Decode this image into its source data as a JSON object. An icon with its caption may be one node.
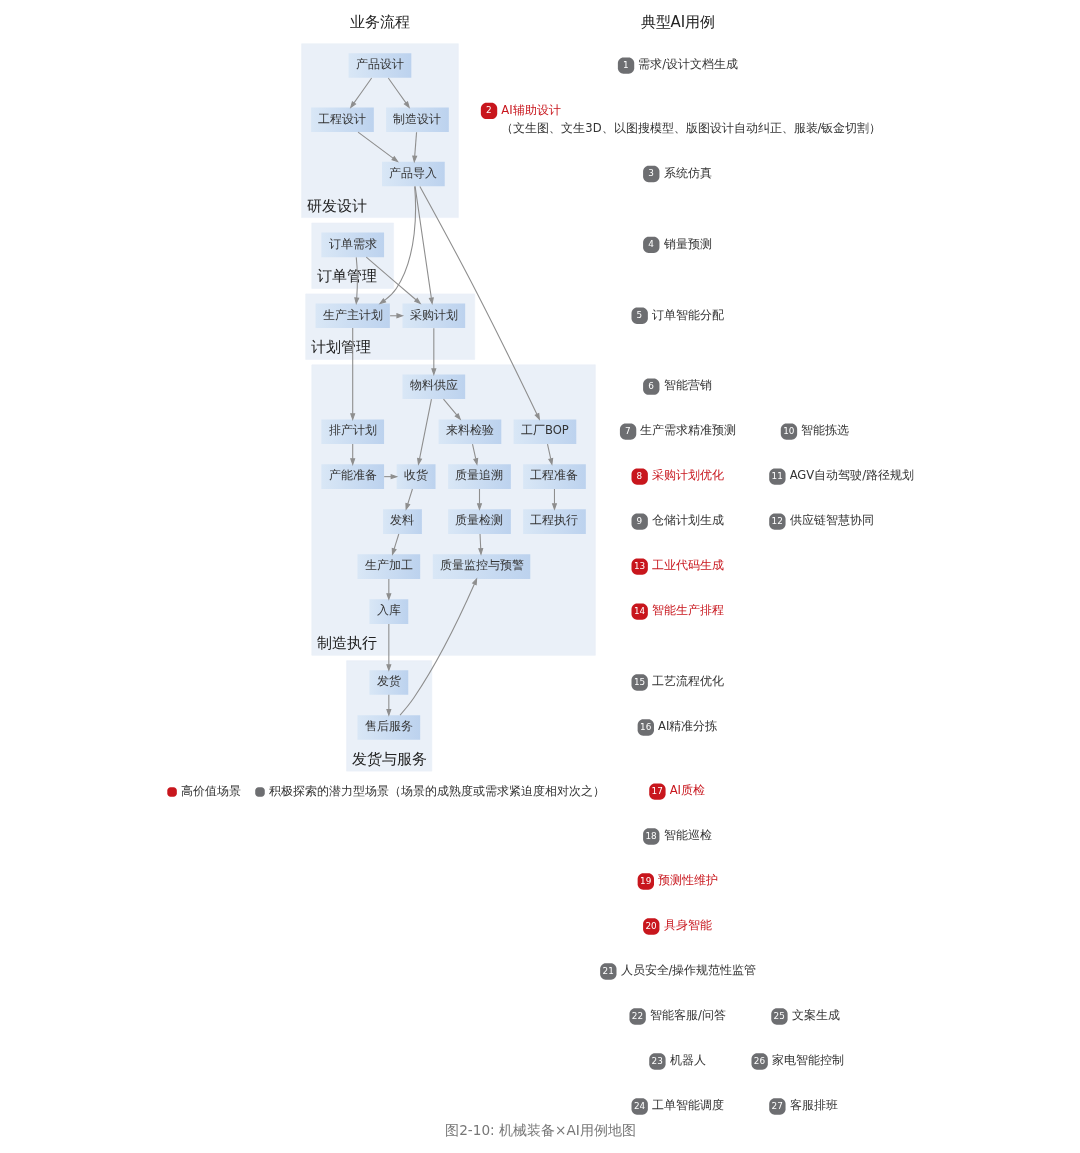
{
  "diagram": {
    "caption": "图2-10: 机械装备×AI用例地图",
    "nodes": [
      {
        "text": [
          "研发设计"
        ]
      },
      {
        "text": [
          "产品设计"
        ],
        "in": 0
      },
      {
        "text": [
          "工程设计"
        ],
        "in": 0
      },
      {
        "text": [
          "制造设计"
        ],
        "in": 0
      },
      {
        "text": [
          "产品导入"
        ],
        "in": 0
      },
      {
        "text": [
          "订单管理"
        ]
      },
      {
        "text": [
          "订单需求"
        ],
        "in": 5
      },
      {
        "text": [
          "计划管理"
        ]
      },
      {
        "text": [
          "生产主计划"
        ],
        "in": 7
      },
      {
        "text": [
          "采购计划"
        ],
        "in": 7
      },
      {
        "text": [
          "制造执行"
        ]
      },
      {
        "text": [
          "物料供应"
        ],
        "in": 10
      },
      {
        "text": [
          "排产计划"
        ],
        "in": 10
      },
      {
        "text": [
          "工厂BOP"
        ],
        "in": 10
      },
      {
        "text": [
          "来料检验"
        ],
        "in": 10
      },
      {
        "text": [
          "产能准备"
        ],
        "in": 10
      },
      {
        "text": [
          "收货"
        ],
        "in": 10
      },
      {
        "text": [
          "工程准备"
        ],
        "in": 10
      },
      {
        "text": [
          "质量追溯"
        ],
        "in": 10
      },
      {
        "text": [
          "发料"
        ],
        "in": 10
      },
      {
        "text": [
          "工程执行"
        ],
        "in": 10
      },
      {
        "text": [
          "质量检测"
        ],
        "in": 10
      },
      {
        "text": [
          "生产加工"
        ],
        "in": 10
      },
      {
        "text": [
          "质量监控与预警"
        ],
        "in": 10
      },
      {
        "text": [
          "入库"
        ],
        "in": 10
      },
      {
        "text": [
          "发货与服务"
        ]
      },
      {
        "text": [
          "发货"
        ],
        "in": 25
      },
      {
        "text": [
          "售后服务"
        ],
        "in": 25
      },
      {
        "text": [
          "1"
        ],
        "beside": [
          "需求/设计文档生成"
        ]
      },
      {
        "text": [
          "2"
        ],
        "beside": [
          "AI辅助设计",
          "（文生图、文生3D、以图搜模型、版图设计自动纠正、服装/钣金切割）"
        ]
      },
      {
        "text": [
          "3"
        ],
        "beside": [
          "系统仿真"
        ]
      },
      {
        "text": [
          "4"
        ],
        "beside": [
          "销量预测"
        ]
      },
      {
        "text": [
          "5"
        ],
        "beside": [
          "订单智能分配"
        ]
      },
      {
        "text": [
          "6"
        ],
        "beside": [
          "智能营销"
        ]
      },
      {
        "text": [
          "7"
        ],
        "beside": [
          "生产需求精准预测"
        ]
      },
      {
        "text": [
          "8"
        ],
        "beside": [
          "采购计划优化"
        ]
      },
      {
        "text": [
          "9"
        ],
        "beside": [
          "仓储计划生成"
        ]
      },
      {
        "text": [
          "10"
        ],
        "beside": [
          "智能拣选"
        ]
      },
      {
        "text": [
          "11"
        ],
        "beside": [
          "AGV自动驾驶/路径规划"
        ]
      },
      {
        "text": [
          "12"
        ],
        "beside": [
          "供应链智慧协同"
        ]
      },
      {
        "text": [
          "13"
        ],
        "beside": [
          "工业代码生成"
        ]
      },
      {
        "text": [
          "14"
        ],
        "beside": [
          "智能生产排程"
        ]
      },
      {
        "text": [
          "15"
        ],
        "beside": [
          "工艺流程优化"
        ]
      },
      {
        "text": [
          "16"
        ],
        "beside": [
          "AI精准分拣"
        ]
      },
      {
        "text": [
          "17"
        ],
        "beside": [
          "AI质检"
        ]
      },
      {
        "text": [
          "18"
        ],
        "beside": [
          "智能巡检"
        ]
      },
      {
        "text": [
          "19"
        ],
        "beside": [
          "预测性维护"
        ]
      },
      {
        "text": [
          "20"
        ],
        "beside": [
          "具身智能"
        ]
      },
      {
        "text": [
          "21"
        ],
        "beside": [
          "人员安全/操作规范性监管"
        ]
      },
      {
        "text": [
          "22"
        ],
        "beside": [
          "智能客服/问答"
        ]
      },
      {
        "text": [
          "23"
        ],
        "beside": [
          "机器人"
        ]
      },
      {
        "text": [
          "24"
        ],
        "beside": [
          "工单智能调度"
        ]
      },
      {
        "text": [
          "25"
        ],
        "beside": [
          "文案生成"
        ]
      },
      {
        "text": [
          "26"
        ],
        "beside": [
          "家电智能控制"
        ]
      },
      {
        "text": [
          "27"
        ],
        "beside": [
          "客服排班"
        ]
      }
    ],
    "edges": [
      {
        "from": 1,
        "to": 2,
        "arrow": "to"
      },
      {
        "from": 1,
        "to": 3,
        "arrow": "to"
      },
      {
        "from": 2,
        "to": 4,
        "arrow": "to"
      },
      {
        "from": 3,
        "to": 4,
        "arrow": "to"
      },
      {
        "from": 4,
        "to": 13,
        "arrow": "to"
      },
      {
        "from": 4,
        "to": 8,
        "arrow": "to"
      },
      {
        "from": 4,
        "to": 9,
        "arrow": "to"
      },
      {
        "from": 6,
        "to": 8,
        "arrow": "to"
      },
      {
        "from": 6,
        "to": 9,
        "arrow": "to"
      },
      {
        "from": 8,
        "to": 9,
        "arrow": "to"
      },
      {
        "from": 8,
        "to": 12,
        "arrow": "to"
      },
      {
        "from": 9,
        "to": 11,
        "arrow": "to"
      },
      {
        "from": 11,
        "to": 16,
        "arrow": "to"
      },
      {
        "from": 11,
        "to": 14,
        "arrow": "to"
      },
      {
        "from": 12,
        "to": 15,
        "arrow": "to"
      },
      {
        "from": 15,
        "to": 16,
        "arrow": "to"
      },
      {
        "from": 13,
        "to": 17,
        "arrow": "to"
      },
      {
        "from": 17,
        "to": 20,
        "arrow": "to"
      },
      {
        "from": 14,
        "to": 18,
        "arrow": "to"
      },
      {
        "from": 18,
        "to": 21,
        "arrow": "to"
      },
      {
        "from": 21,
        "to": 23,
        "arrow": "to"
      },
      {
        "from": 16,
        "to": 19,
        "arrow": "to"
      },
      {
        "from": 19,
        "to": 22,
        "arrow": "to"
      },
      {
        "from": 22,
        "to": 24,
        "arrow": "to"
      },
      {
        "from": 24,
        "to": 26,
        "arrow": "to"
      },
      {
        "from": 26,
        "to": 27,
        "arrow": "to"
      },
      {
        "from": 27,
        "to": 23,
        "arrow": "to"
      }
    ],
    "labels": [
      "业务流程",
      "典型AI用例"
    ],
    "legend": [
      {
        "text": "高价值场景",
        "color": "#c8161d"
      },
      {
        "text": "积极探索的潜力型场景（场景的成熟度或需求紧迫度相对次之）",
        "color": "#6d6e71"
      }
    ]
  }
}
